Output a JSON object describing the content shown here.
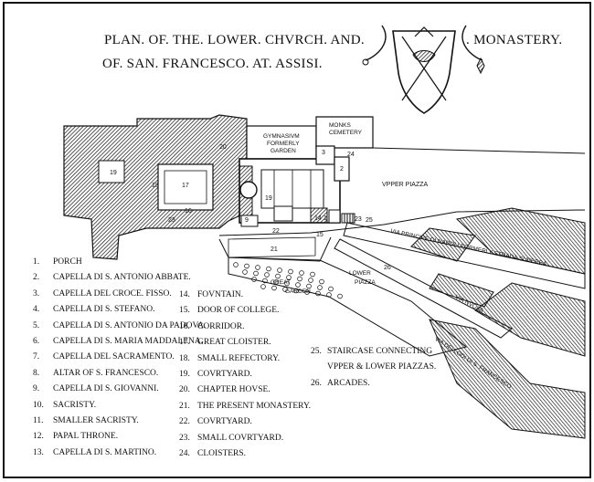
{
  "title": {
    "line1": "PLAN. OF. THE. LOWER. CHVRCH. AND.",
    "line1b": ". MONASTERY.",
    "line2": "OF. SAN. FRANCESCO. AT. ASSISI."
  },
  "labels": {
    "gymnasium": "GYMNASIVM",
    "formerly": "FORMERLY",
    "garden": "GARDEN",
    "monks": "MONKS",
    "cemetery": "CEMETERY",
    "upper_piazza": "VPPER PIAZZA",
    "lower": "LOWER",
    "piazza": "PIAZZA",
    "great": "GREAT",
    "garden2": "GARDEN.",
    "street1": "VIA PRINCIPE DI NAPOLI FORMERLY STRADA SUPERBA",
    "street2": "VIA NVOVA",
    "street3": "VIA DEI LODI DI S. FRANCESCO"
  },
  "plan_numbers": {
    "n1": "1",
    "n2": "2",
    "n3": "3",
    "n9": "9",
    "n14": "14",
    "n15": "15",
    "n16": "16",
    "n17": "17",
    "n18": "18",
    "n19": "19",
    "n19b": "19",
    "n20": "20",
    "n21": "21",
    "n22": "22",
    "n23": "23",
    "n23b": "23",
    "n24": "24",
    "n25": "25",
    "n26": "26"
  },
  "legend": [
    {
      "n": "1.",
      "label": "PORCH"
    },
    {
      "n": "2.",
      "label": "CAPELLA DI S. ANTONIO ABBATE."
    },
    {
      "n": "3.",
      "label": "CAPELLA DEL CROCE. FISSO."
    },
    {
      "n": "4.",
      "label": "CAPELLA DI S. STEFANO."
    },
    {
      "n": "5.",
      "label": "CAPELLA DI S. ANTONIO DA PADOVA."
    },
    {
      "n": "6.",
      "label": "CAPELLA DI S. MARIA MADDALENA."
    },
    {
      "n": "7.",
      "label": "CAPELLA DEL SACRAMENTO."
    },
    {
      "n": "8.",
      "label": "ALTAR OF S. FRANCESCO."
    },
    {
      "n": "9.",
      "label": "CAPELLA DI S. GIOVANNI."
    },
    {
      "n": "10.",
      "label": "SACRISTY."
    },
    {
      "n": "11.",
      "label": "SMALLER SACRISTY."
    },
    {
      "n": "12.",
      "label": "PAPAL THRONE."
    },
    {
      "n": "13.",
      "label": "CAPELLA DI S. MARTINO."
    },
    {
      "n": "14.",
      "label": "FOVNTAIN."
    },
    {
      "n": "15.",
      "label": "DOOR OF COLLEGE."
    },
    {
      "n": "16.",
      "label": "CORRIDOR."
    },
    {
      "n": "17.",
      "label": "GREAT CLOISTER."
    },
    {
      "n": "18.",
      "label": "SMALL REFECTORY."
    },
    {
      "n": "19.",
      "label": "COVRTYARD."
    },
    {
      "n": "20.",
      "label": "CHAPTER HOVSE."
    },
    {
      "n": "21.",
      "label": "THE PRESENT MONASTERY."
    },
    {
      "n": "22.",
      "label": "COVRTYARD."
    },
    {
      "n": "23.",
      "label": "SMALL COVRTYARD."
    },
    {
      "n": "24.",
      "label": "CLOISTERS."
    },
    {
      "n": "25.",
      "label": "STAIRCASE CONNECTING"
    },
    {
      "n": "",
      "label": "VPPER & LOWER PIAZZAS."
    },
    {
      "n": "26.",
      "label": "ARCADES."
    }
  ]
}
